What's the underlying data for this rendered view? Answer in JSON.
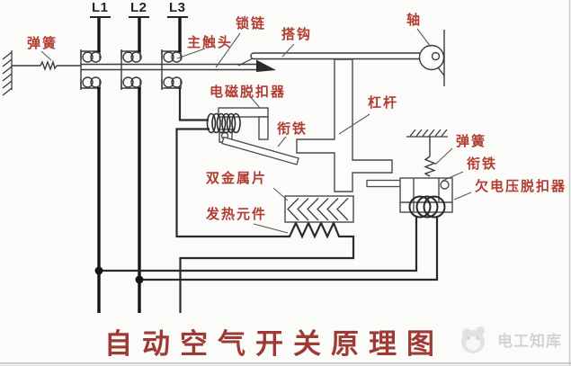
{
  "title": "自动空气开关原理图",
  "watermark": "电工知库",
  "phases": [
    "L1",
    "L2",
    "L3"
  ],
  "labels": {
    "spring_left": "弹簧",
    "main_contact": "主触头",
    "lock_chain": "锁链",
    "catch_hook": "搭钩",
    "shaft": "轴",
    "electromagnetic_release": "电磁脱扣器",
    "armature_em": "衔铁",
    "lever": "杠杆",
    "bimetal_strip": "双金属片",
    "heating_element": "发热元件",
    "spring_right": "弹簧",
    "armature_uv": "衔铁",
    "undervoltage_release": "欠电压脱扣器"
  },
  "colors": {
    "label_red": "#b23c31",
    "title_red": "#9e3a33",
    "line_dark": "#3b3b3b",
    "wire_black": "#161616",
    "watermark_gray": "#d3d3d3",
    "background": "#fbfbfa"
  }
}
